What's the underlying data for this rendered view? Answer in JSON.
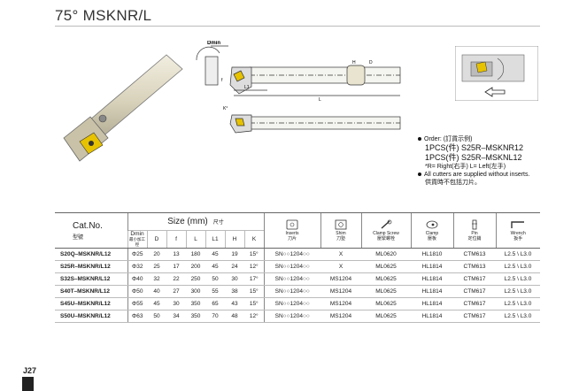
{
  "page": {
    "title": "75° MSKNR/L",
    "page_number": "J27"
  },
  "drawing": {
    "dim_labels": {
      "dmin": "Dmin",
      "h": "H",
      "d": "D",
      "l1": "L1",
      "l": "L",
      "f": "f",
      "angle": "K°"
    }
  },
  "notes": {
    "order_title": "Order: (訂貨示例)",
    "order_line1": "1PCS(件) S25R–MSKNR12",
    "order_line2": "1PCS(件) S25R–MSKNL12",
    "hand": "*R= Right(右手)   L= Left(左手)",
    "supply_en": "All cutters are supplied without inserts.",
    "supply_cn": "供貨時不包括刀片。"
  },
  "table": {
    "header": {
      "cat_no": "Cat.No.",
      "cat_no_cn": "型號",
      "size": "Size (mm)",
      "size_cn": "尺寸",
      "dmin": "Dmin",
      "dmin_cn": "最小加工徑",
      "d": "D",
      "f": "f",
      "l": "L",
      "l1": "L1",
      "h": "H",
      "k": "K",
      "inserts": "Inserts",
      "inserts_cn": "刀片",
      "shim": "Shim",
      "shim_cn": "刀墊",
      "clamp_screw": "Clamp Screw",
      "clamp_screw_cn": "壓緊螺栓",
      "clamp": "Clamp",
      "clamp_cn": "壓板",
      "pin": "Pin",
      "pin_cn": "定位銷",
      "wrench": "Wrench",
      "wrench_cn": "扳手"
    },
    "rows": [
      {
        "cat": "S20Q–MSKNR/L12",
        "dmin": "Φ25",
        "d": "20",
        "f": "13",
        "l": "180",
        "l1": "45",
        "h": "19",
        "k": "15°",
        "insert": "SN○○1204○○",
        "shim": "X",
        "screw": "ML0620",
        "clamp": "HL1810",
        "pin": "CTM613",
        "wrench": "L2.5 \\ L3.0"
      },
      {
        "cat": "S25R–MSKNR/L12",
        "dmin": "Φ32",
        "d": "25",
        "f": "17",
        "l": "200",
        "l1": "45",
        "h": "24",
        "k": "12°",
        "insert": "SN○○1204○○",
        "shim": "X",
        "screw": "ML0625",
        "clamp": "HL1814",
        "pin": "CTM613",
        "wrench": "L2.5 \\ L3.0"
      },
      {
        "cat": "S32S–MSKNR/L12",
        "dmin": "Φ40",
        "d": "32",
        "f": "22",
        "l": "250",
        "l1": "50",
        "h": "30",
        "k": "17°",
        "insert": "SN○○1204○○",
        "shim": "MS1204",
        "screw": "ML0625",
        "clamp": "HL1814",
        "pin": "CTM617",
        "wrench": "L2.5 \\ L3.0"
      },
      {
        "cat": "S40T–MSKNR/L12",
        "dmin": "Φ50",
        "d": "40",
        "f": "27",
        "l": "300",
        "l1": "55",
        "h": "38",
        "k": "15°",
        "insert": "SN○○1204○○",
        "shim": "MS1204",
        "screw": "ML0625",
        "clamp": "HL1814",
        "pin": "CTM617",
        "wrench": "L2.5 \\ L3.0"
      },
      {
        "cat": "S45U–MSKNR/L12",
        "dmin": "Φ55",
        "d": "45",
        "f": "30",
        "l": "350",
        "l1": "65",
        "h": "43",
        "k": "15°",
        "insert": "SN○○1204○○",
        "shim": "MS1204",
        "screw": "ML0625",
        "clamp": "HL1814",
        "pin": "CTM617",
        "wrench": "L2.5 \\ L3.0"
      },
      {
        "cat": "S50U–MSKNR/L12",
        "dmin": "Φ63",
        "d": "50",
        "f": "34",
        "l": "350",
        "l1": "70",
        "h": "48",
        "k": "12°",
        "insert": "SN○○1204○○",
        "shim": "MS1204",
        "screw": "ML0625",
        "clamp": "HL1814",
        "pin": "CTM617",
        "wrench": "L2.5 \\ L3.0"
      }
    ]
  }
}
